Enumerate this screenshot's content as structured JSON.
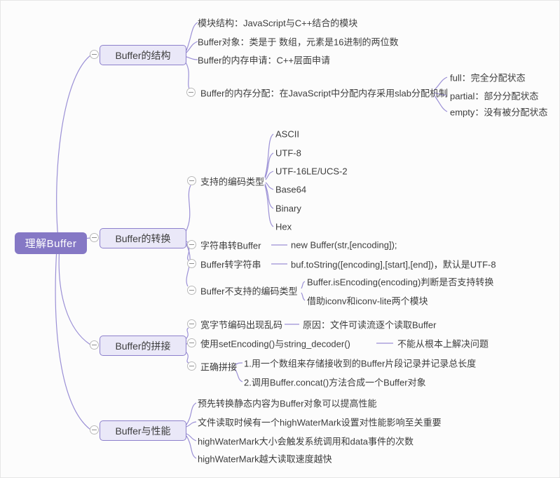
{
  "palette": {
    "canvas_bg": "#fcfcfc",
    "line_color": "#9b90d6",
    "root_fill": "#8578c5",
    "root_text": "#ffffff",
    "branch_fill": "#eae8f8",
    "branch_border": "#8d80cc",
    "text_color": "#3d3d3d"
  },
  "icons": {
    "collapse": "minus-circle"
  },
  "root": {
    "label": "理解Buffer"
  },
  "branches": [
    {
      "label": "Buffer的结构",
      "children": [
        {
          "label": "模块结构：JavaScript与C++结合的模块"
        },
        {
          "label": "Buffer对象：类是于 数组，元素是16进制的两位数"
        },
        {
          "label": "Buffer的内存申请：C++层面申请"
        },
        {
          "label": "Buffer的内存分配：在JavaScript中分配内存采用slab分配机制",
          "children": [
            {
              "label": "full：完全分配状态"
            },
            {
              "label": "partial：部分分配状态"
            },
            {
              "label": "empty：没有被分配状态"
            }
          ]
        }
      ]
    },
    {
      "label": "Buffer的转换",
      "children": [
        {
          "label": "支持的编码类型",
          "children": [
            {
              "label": "ASCII"
            },
            {
              "label": "UTF-8"
            },
            {
              "label": "UTF-16LE/UCS-2"
            },
            {
              "label": "Base64"
            },
            {
              "label": "Binary"
            },
            {
              "label": "Hex"
            }
          ]
        },
        {
          "label": "字符串转Buffer",
          "children": [
            {
              "label": "new Buffer(str,[encoding]);"
            }
          ]
        },
        {
          "label": "Buffer转字符串",
          "children": [
            {
              "label": "buf.toString([encoding],[start],[end])，默认是UTF-8"
            }
          ]
        },
        {
          "label": "Buffer不支持的编码类型",
          "children": [
            {
              "label": "Buffer.isEncoding(encoding)判断是否支持转换"
            },
            {
              "label": "借助iconv和iconv-lite两个模块"
            }
          ]
        }
      ]
    },
    {
      "label": "Buffer的拼接",
      "children": [
        {
          "label": "宽字节编码出现乱码",
          "children": [
            {
              "label": "原因：文件可读流逐个读取Buffer"
            }
          ]
        },
        {
          "label": "使用setEncoding()与string_decoder()",
          "children": [
            {
              "label": "不能从根本上解决问题"
            }
          ]
        },
        {
          "label": "正确拼接",
          "children": [
            {
              "label": "1.用一个数组来存储接收到的Buffer片段记录并记录总长度"
            },
            {
              "label": "2.调用Buffer.concat()方法合成一个Buffer对象"
            }
          ]
        }
      ]
    },
    {
      "label": "Buffer与性能",
      "children": [
        {
          "label": "预先转换静态内容为Buffer对象可以提高性能"
        },
        {
          "label": "文件读取时候有一个highWaterMark设置对性能影响至关重要"
        },
        {
          "label": "highWaterMark大小会触发系统调用和data事件的次数"
        },
        {
          "label": "highWaterMark越大读取速度越快"
        }
      ]
    }
  ]
}
